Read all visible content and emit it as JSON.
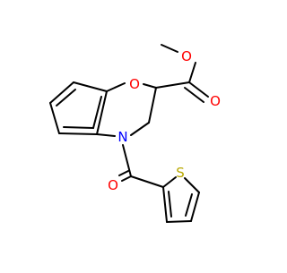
{
  "molecule": {
    "atom_labels": {
      "ring_oxygen": "O",
      "ester_carbonyl_oxygen": "O",
      "ester_ether_oxygen": "O",
      "ring_nitrogen": "N",
      "amide_oxygen": "O",
      "thiophene_sulfur": "S"
    },
    "colors": {
      "bond": "#000000",
      "oxygen": "#ff0000",
      "nitrogen": "#0000ff",
      "sulfur": "#b8a800",
      "background": "#ffffff"
    }
  }
}
